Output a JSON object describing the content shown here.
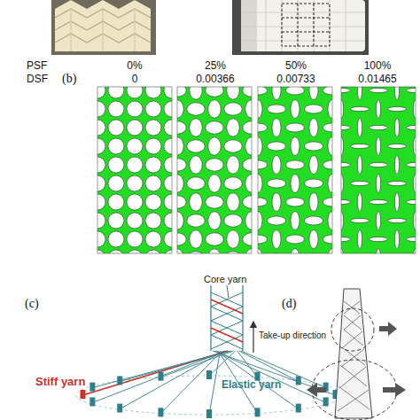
{
  "diagram": {
    "labels": [
      "PSF",
      "0%",
      "25%",
      "50%",
      "100%",
      "(b)",
      "DSF",
      "0",
      "0.00366",
      "0.00733",
      "0.01465",
      "(c)",
      "Core yarn",
      "Take-up direction",
      "Stiff yarn",
      "Elastic yarn",
      "(d)"
    ]
  }
}
